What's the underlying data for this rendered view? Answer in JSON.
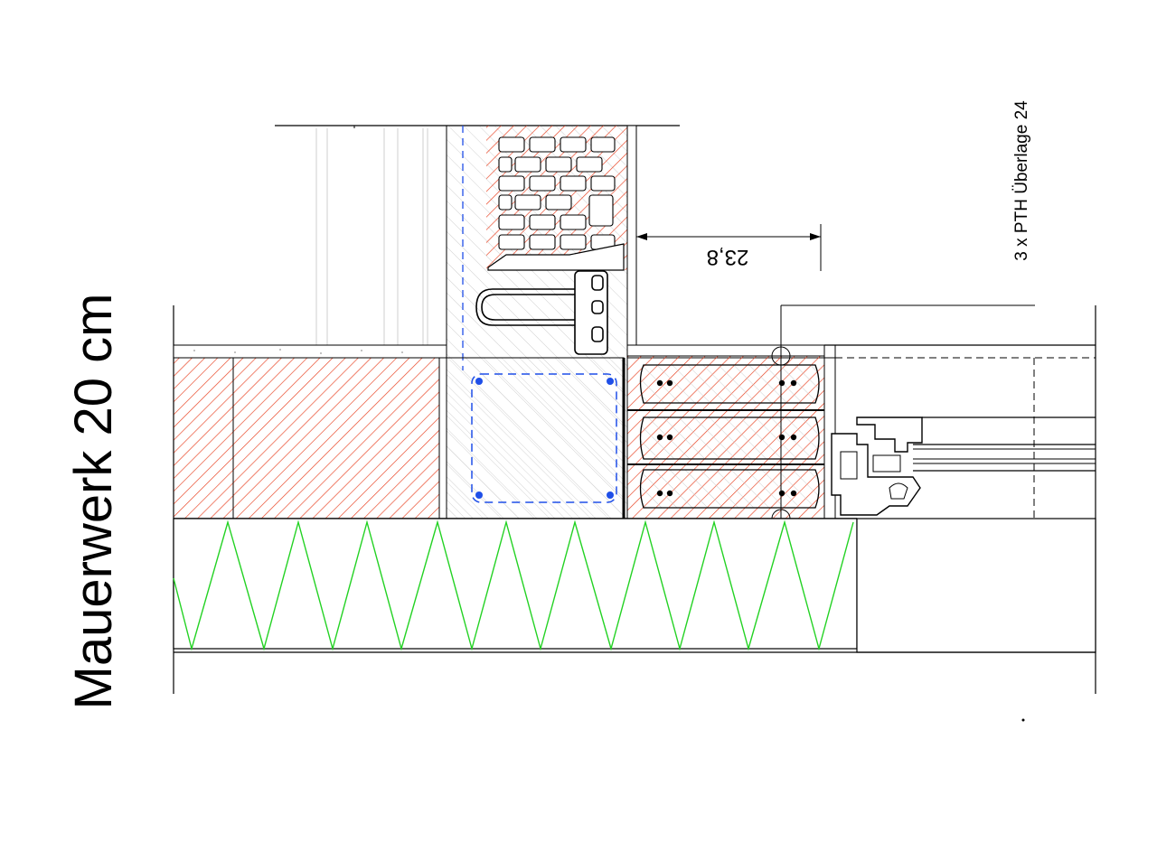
{
  "title": "Mauerwerk 20 cm",
  "annotations": {
    "lintel_label": "3 x PTH Überlage 24",
    "dimension_value": "23,8"
  },
  "colors": {
    "line": "#000000",
    "hatch_red": "#e8401f",
    "insulation": "#23d223",
    "reinforcement": "#1f4fe8",
    "light_hatch": "#b8b8b8"
  },
  "icons": {
    "window_profile": "window-frame-section-icon",
    "wall_tie": "wall-tie-icon"
  }
}
